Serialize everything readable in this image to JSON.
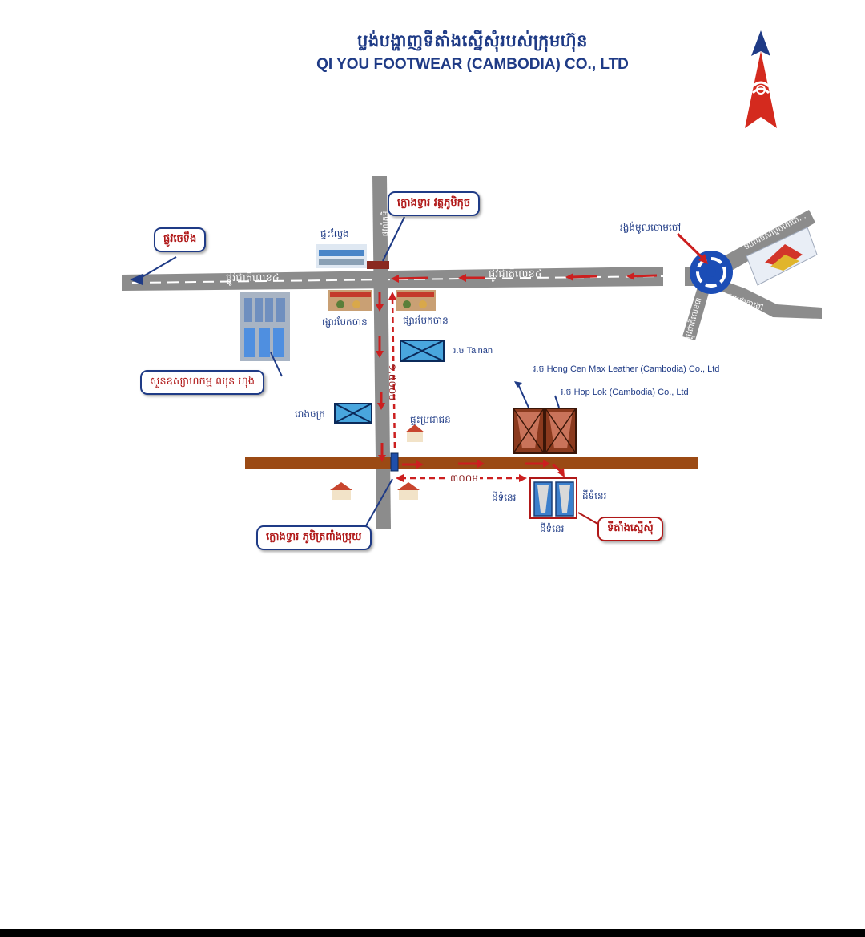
{
  "header": {
    "title_km": "ប្លង់បង្ហាញទីតាំងស្នើសុំរបស់ក្រុមហ៊ុន",
    "title_en": "QI YOU FOOTWEAR (CAMBODIA) CO., LTD"
  },
  "map": {
    "roads": {
      "national_road_left": "ផ្លូវជាតិលេខ៤",
      "national_road_right": "ផ្លូវជាតិលេខ៤",
      "village_road": "ផ្លូវលំភូមិ",
      "roundabout_road_top": "មហាវិថីសម្តេចតេជោ...",
      "roundabout_road_bottom": "ផ្លូវជាតិលេខ៣",
      "roundabout_road_right": "ផ្លូវរបងតាងៅ"
    },
    "distances": {
      "vertical": "១,៥០០ម",
      "horizontal": "៣០០ម"
    },
    "callouts": {
      "to_kampong_speu": "ផ្លូវចេទឹង",
      "gate_wat": "ក្លោងទ្វារ វត្តភូមិកុច",
      "gate_village": "ក្លោងទ្វារ ភូមិត្រពាំងប្រុយ",
      "industrial_park": "សួនឧស្សាហកម្ម ឈុន ហុង",
      "roundabout": "រង្វង់មូលចោមចៅ",
      "requested_site": "ទីតាំងស្នើសុំ"
    },
    "labels": {
      "shophouse": "ផ្ទះល្វែង",
      "market_left": "ផ្សារបែកចាន",
      "market_right": "ផ្សារបែកចាន",
      "factory_tainan": "រ.ច Tainan",
      "garage": "រោងចក្រ",
      "house_people": "ផ្ទះប្រជាជន",
      "factory_hong_cen": "រ.ច Hong Cen Max Leather (Cambodia) Co., Ltd",
      "factory_hop_lok": "រ.ច Hop Lok (Cambodia) Co., Ltd",
      "vacant_left": "ដីទំនេរ",
      "vacant_right": "ដីទំនេរ",
      "vacant_bottom": "ដីទំនេរ"
    }
  },
  "colors": {
    "road": "#8c8c8c",
    "railway": "#9b4a14",
    "route_arrow": "#cc1f1f",
    "label_blue": "#1f3b86",
    "callout_red": "#b01818",
    "north_arrow_top": "#1f3b86",
    "north_arrow_bottom": "#d42a1e"
  }
}
